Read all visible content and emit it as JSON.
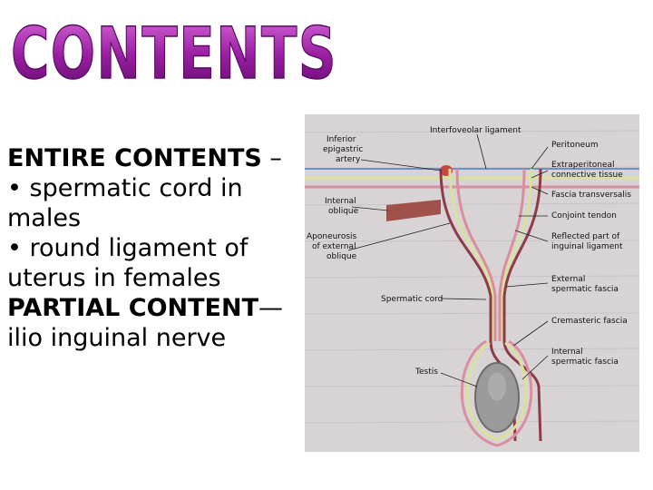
{
  "title": "CONTENTS",
  "body": {
    "entire_heading": "ENTIRE CONTENTS",
    "entire_dash": " –",
    "item1_line1": "• spermatic cord in",
    "item1_line2": "males",
    "item2_line1": "• round ligament of",
    "item2_line2": "uterus in females",
    "partial_heading": "PARTIAL CONTENT",
    "partial_dash": "—",
    "partial_item": "ilio inguinal nerve"
  },
  "figure": {
    "labels": {
      "interfoveolar": "Interfoveolar ligament",
      "inferior_epigastric_1": "Inferior",
      "inferior_epigastric_2": "epigastric",
      "inferior_epigastric_3": "artery",
      "internal_oblique_1": "Internal",
      "internal_oblique_2": "oblique",
      "aponeurosis_1": "Aponeurosis",
      "aponeurosis_2": "of external",
      "aponeurosis_3": "oblique",
      "spermatic_cord": "Spermatic cord",
      "testis": "Testis",
      "peritoneum": "Peritoneum",
      "extraperitoneal_1": "Extraperitoneal",
      "extraperitoneal_2": "connective tissue",
      "fascia_transversalis": "Fascia transversalis",
      "conjoint_tendon": "Conjoint tendon",
      "reflected_1": "Reflected part of",
      "reflected_2": "inguinal ligament",
      "external_spermatic_1": "External",
      "external_spermatic_2": "spermatic fascia",
      "cremasteric": "Cremasteric fascia",
      "internal_spermatic_1": "Internal",
      "internal_spermatic_2": "spermatic fascia"
    },
    "colors": {
      "background": "#d8d3d5",
      "muscle": "#a0524a",
      "layer_green": "#d9e29a",
      "layer_pink": "#d98ea0",
      "layer_maroon": "#8e3b49",
      "testis": "#9a9a9a",
      "peritoneum_blue": "#6a90c8",
      "artery_red": "#c8483c"
    }
  }
}
